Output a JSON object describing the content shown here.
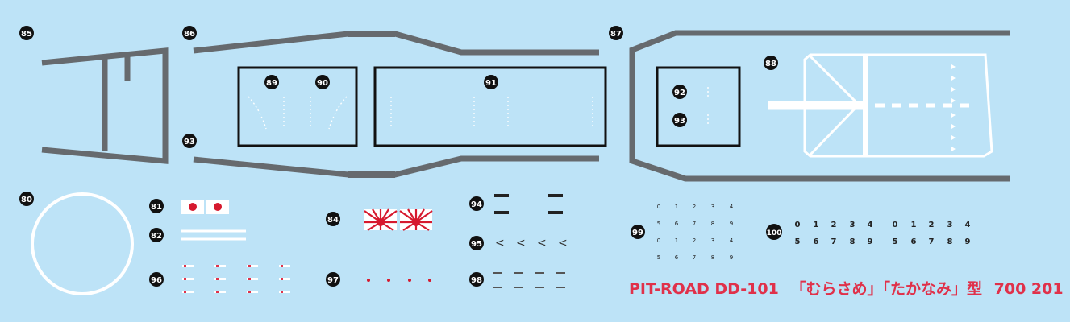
{
  "sheet": {
    "background": "#bde3f7",
    "markers": [
      {
        "num": "85"
      },
      {
        "num": "86"
      },
      {
        "num": "87"
      },
      {
        "num": "88"
      },
      {
        "num": "89"
      },
      {
        "num": "90"
      },
      {
        "num": "91"
      },
      {
        "num": "92"
      },
      {
        "num": "93"
      },
      {
        "num": "93"
      },
      {
        "num": "80"
      },
      {
        "num": "81"
      },
      {
        "num": "82"
      },
      {
        "num": "84"
      },
      {
        "num": "94"
      },
      {
        "num": "95"
      },
      {
        "num": "96"
      },
      {
        "num": "97"
      },
      {
        "num": "98"
      },
      {
        "num": "99"
      },
      {
        "num": "100"
      }
    ],
    "digits_small_row1": [
      "0",
      "1",
      "2",
      "3",
      "4"
    ],
    "digits_small_row2": [
      "5",
      "6",
      "7",
      "8",
      "9"
    ],
    "digits_large_row1": [
      "0",
      "1",
      "2",
      "3",
      "4"
    ],
    "digits_large_row2": [
      "5",
      "6",
      "7",
      "8",
      "9"
    ],
    "chevron": "<",
    "colors": {
      "deck_gray": "#666a6e",
      "frame": "#111111",
      "white": "#ffffff",
      "accent_red": "#e0314a",
      "flag_red": "#d6192e"
    }
  },
  "footer": {
    "brand": "PIT-ROAD DD-101",
    "names": "「むらさめ」「たかなみ」型",
    "code": "700 201"
  }
}
